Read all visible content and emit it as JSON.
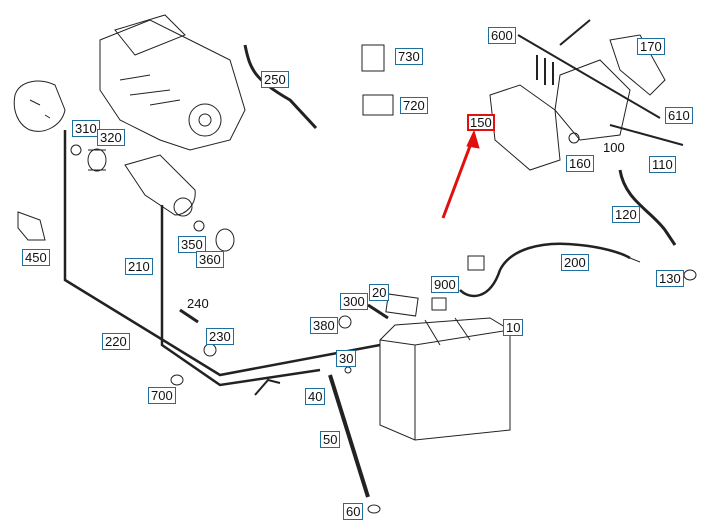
{
  "diagram": {
    "type": "exploded-parts-diagram",
    "subject": "battery and battery cable assembly",
    "highlight_color": "#e01010",
    "label_border_color": "#1f6f9e",
    "highlighted_part": "150",
    "callouts": {
      "c600": "600",
      "c170": "170",
      "c610": "610",
      "c150": "150",
      "c160": "160",
      "c110": "110",
      "c120": "120",
      "c130": "130",
      "c200": "200",
      "c730": "730",
      "c720": "720",
      "c250": "250",
      "c310": "310",
      "c320": "320",
      "c450": "450",
      "c210": "210",
      "c350": "350",
      "c360": "360",
      "c220": "220",
      "c230": "230",
      "c700": "700",
      "c380": "380",
      "c300": "300",
      "c20": "20",
      "c900": "900",
      "c10": "10",
      "c30": "30",
      "c40": "40",
      "c50": "50",
      "c60": "60"
    },
    "plain_labels": {
      "p100": "100",
      "p240": "240"
    }
  }
}
